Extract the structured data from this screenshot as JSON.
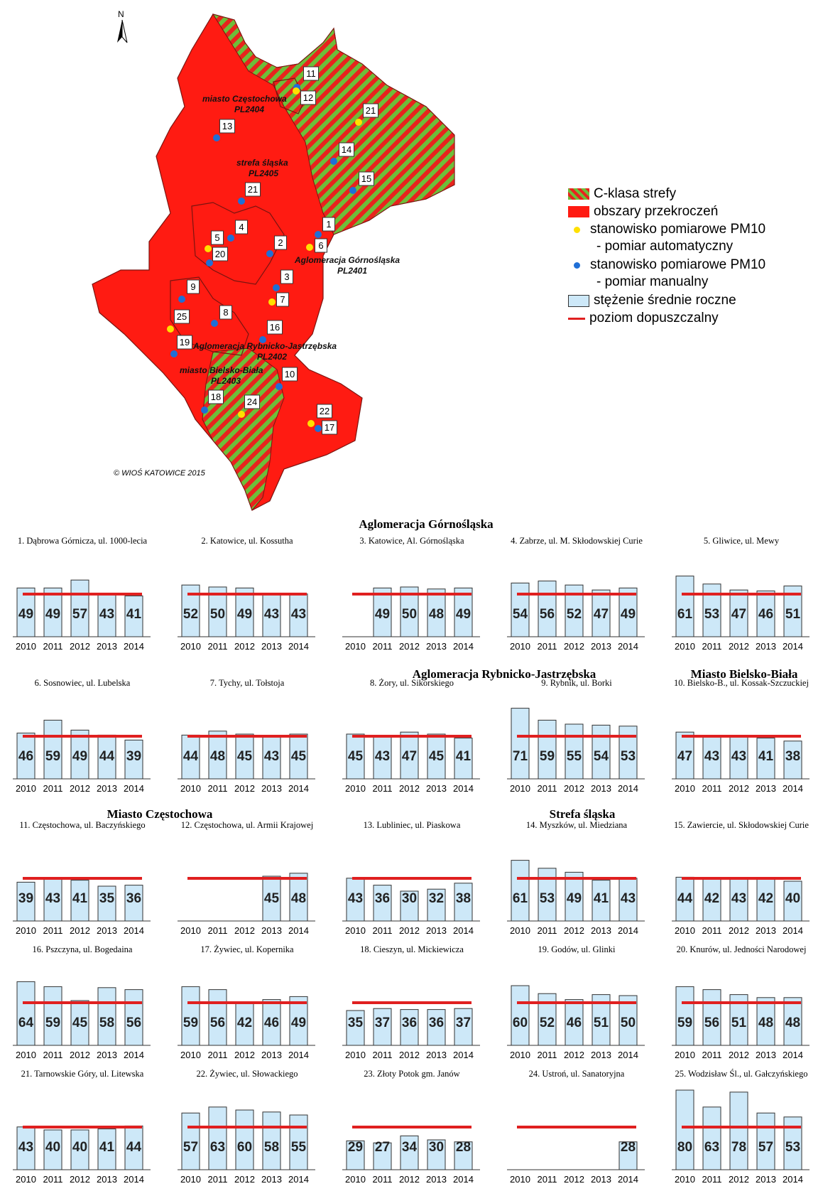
{
  "map": {
    "north_label": "N",
    "copyright": "© WIOŚ KATOWICE 2015",
    "zone_labels": [
      {
        "line1": "miasto Częstochowa",
        "line2": "PL2404"
      },
      {
        "line1": "strefa śląska",
        "line2": "PL2405"
      },
      {
        "line1": "Aglomeracja Górnośląska",
        "line2": "PL2401"
      },
      {
        "line1": "Aglomeracja Rybnicko-Jastrzębska",
        "line2": "PL2402"
      },
      {
        "line1": "miasto Bielsko-Biała",
        "line2": "PL2403"
      }
    ],
    "stations": [
      {
        "id": "1",
        "type": "manual"
      },
      {
        "id": "2",
        "type": "manual"
      },
      {
        "id": "3",
        "type": "manual"
      },
      {
        "id": "4",
        "type": "manual"
      },
      {
        "id": "5",
        "type": "automatic"
      },
      {
        "id": "6",
        "type": "automatic"
      },
      {
        "id": "7",
        "type": "automatic"
      },
      {
        "id": "8",
        "type": "manual"
      },
      {
        "id": "9",
        "type": "manual"
      },
      {
        "id": "10",
        "type": "manual"
      },
      {
        "id": "11",
        "type": "manual"
      },
      {
        "id": "12",
        "type": "automatic"
      },
      {
        "id": "13",
        "type": "manual"
      },
      {
        "id": "14",
        "type": "manual"
      },
      {
        "id": "15",
        "type": "manual"
      },
      {
        "id": "16",
        "type": "manual"
      },
      {
        "id": "17",
        "type": "manual"
      },
      {
        "id": "18",
        "type": "manual"
      },
      {
        "id": "19",
        "type": "manual"
      },
      {
        "id": "20",
        "type": "manual"
      },
      {
        "id": "21",
        "type": "automatic"
      },
      {
        "id": "21",
        "type": "manual"
      },
      {
        "id": "22",
        "type": "automatic"
      },
      {
        "id": "24",
        "type": "automatic"
      },
      {
        "id": "25",
        "type": "automatic"
      }
    ],
    "colors": {
      "red": "#ff1b12",
      "green": "#6dbe3a",
      "automatic": "#ffe000",
      "manual": "#1f6fd6"
    }
  },
  "legend": {
    "c_class": "C-klasa strefy",
    "exceedance": "obszary przekroczeń",
    "auto_line1": "stanowisko pomiarowe PM10",
    "auto_line2": "- pomiar automatyczny",
    "manual_line1": "stanowisko pomiarowe PM10",
    "manual_line2": "- pomiar manualny",
    "annual_mean": "stężenie średnie roczne",
    "limit": "poziom dopuszczalny"
  },
  "groups": {
    "gornoslaska": "Aglomeracja Górnośląska",
    "rybnicko": "Aglomeracja Rybnicko-Jastrzębska",
    "bielsko": "Miasto Bielsko-Biała",
    "czestochowa": "Miasto Częstochowa",
    "slaska": "Strefa śląska"
  },
  "chart_data": [
    {
      "type": "bar",
      "title": "1. Dąbrowa Górnicza, ul. 1000-lecia",
      "categories": [
        "2010",
        "2011",
        "2012",
        "2013",
        "2014"
      ],
      "values": [
        49,
        49,
        57,
        43,
        41
      ],
      "limit": 40
    },
    {
      "type": "bar",
      "title": "2. Katowice, ul. Kossutha",
      "categories": [
        "2010",
        "2011",
        "2012",
        "2013",
        "2014"
      ],
      "values": [
        52,
        50,
        49,
        43,
        43
      ],
      "limit": 40
    },
    {
      "type": "bar",
      "title": "3. Katowice, Al. Górnośląska",
      "categories": [
        "2010",
        "2011",
        "2012",
        "2013",
        "2014"
      ],
      "values": [
        null,
        49,
        50,
        48,
        49
      ],
      "limit": 40
    },
    {
      "type": "bar",
      "title": "4. Zabrze, ul. M. Skłodowskiej Curie",
      "categories": [
        "2010",
        "2011",
        "2012",
        "2013",
        "2014"
      ],
      "values": [
        54,
        56,
        52,
        47,
        49
      ],
      "limit": 40
    },
    {
      "type": "bar",
      "title": "5. Gliwice, ul. Mewy",
      "categories": [
        "2010",
        "2011",
        "2012",
        "2013",
        "2014"
      ],
      "values": [
        61,
        53,
        47,
        46,
        51
      ],
      "limit": 40
    },
    {
      "type": "bar",
      "title": "6. Sosnowiec, ul. Lubelska",
      "categories": [
        "2010",
        "2011",
        "2012",
        "2013",
        "2014"
      ],
      "values": [
        46,
        59,
        49,
        44,
        39
      ],
      "limit": 40
    },
    {
      "type": "bar",
      "title": "7. Tychy, ul. Tołstoja",
      "categories": [
        "2010",
        "2011",
        "2012",
        "2013",
        "2014"
      ],
      "values": [
        44,
        48,
        45,
        43,
        45
      ],
      "limit": 40
    },
    {
      "type": "bar",
      "title": "8. Żory, ul. Sikorskiego",
      "categories": [
        "2010",
        "2011",
        "2012",
        "2013",
        "2014"
      ],
      "values": [
        45,
        43,
        47,
        45,
        41
      ],
      "limit": 40
    },
    {
      "type": "bar",
      "title": "9. Rybnik, ul. Borki",
      "categories": [
        "2010",
        "2011",
        "2012",
        "2013",
        "2014"
      ],
      "values": [
        71,
        59,
        55,
        54,
        53
      ],
      "limit": 40
    },
    {
      "type": "bar",
      "title": "10. Bielsko-B., ul. Kossak-Szczuckiej",
      "categories": [
        "2010",
        "2011",
        "2012",
        "2013",
        "2014"
      ],
      "values": [
        47,
        43,
        43,
        41,
        38
      ],
      "limit": 40
    },
    {
      "type": "bar",
      "title": "11. Częstochowa, ul. Baczyńskiego",
      "categories": [
        "2010",
        "2011",
        "2012",
        "2013",
        "2014"
      ],
      "values": [
        39,
        43,
        41,
        35,
        36
      ],
      "limit": 40
    },
    {
      "type": "bar",
      "title": "12. Częstochowa, ul. Armii Krajowej",
      "categories": [
        "2010",
        "2011",
        "2012",
        "2013",
        "2014"
      ],
      "values": [
        null,
        null,
        null,
        45,
        48
      ],
      "limit": 40
    },
    {
      "type": "bar",
      "title": "13. Lubliniec, ul. Piaskowa",
      "categories": [
        "2010",
        "2011",
        "2012",
        "2013",
        "2014"
      ],
      "values": [
        43,
        36,
        30,
        32,
        38
      ],
      "limit": 40
    },
    {
      "type": "bar",
      "title": "14. Myszków, ul. Miedziana",
      "categories": [
        "2010",
        "2011",
        "2012",
        "2013",
        "2014"
      ],
      "values": [
        61,
        53,
        49,
        41,
        43
      ],
      "limit": 40
    },
    {
      "type": "bar",
      "title": "15. Zawiercie, ul. Skłodowskiej Curie",
      "categories": [
        "2010",
        "2011",
        "2012",
        "2013",
        "2014"
      ],
      "values": [
        44,
        42,
        43,
        42,
        40
      ],
      "limit": 40
    },
    {
      "type": "bar",
      "title": "16. Pszczyna, ul. Bogedaina",
      "categories": [
        "2010",
        "2011",
        "2012",
        "2013",
        "2014"
      ],
      "values": [
        64,
        59,
        45,
        58,
        56
      ],
      "limit": 40
    },
    {
      "type": "bar",
      "title": "17. Żywiec, ul. Kopernika",
      "categories": [
        "2010",
        "2011",
        "2012",
        "2013",
        "2014"
      ],
      "values": [
        59,
        56,
        42,
        46,
        49
      ],
      "limit": 40
    },
    {
      "type": "bar",
      "title": "18. Cieszyn, ul. Mickiewicza",
      "categories": [
        "2010",
        "2011",
        "2012",
        "2013",
        "2014"
      ],
      "values": [
        35,
        37,
        36,
        36,
        37
      ],
      "limit": 40
    },
    {
      "type": "bar",
      "title": "19. Godów, ul. Glinki",
      "categories": [
        "2010",
        "2011",
        "2012",
        "2013",
        "2014"
      ],
      "values": [
        60,
        52,
        46,
        51,
        50
      ],
      "limit": 40
    },
    {
      "type": "bar",
      "title": "20. Knurów, ul. Jedności Narodowej",
      "categories": [
        "2010",
        "2011",
        "2012",
        "2013",
        "2014"
      ],
      "values": [
        59,
        56,
        51,
        48,
        48
      ],
      "limit": 40
    },
    {
      "type": "bar",
      "title": "21. Tarnowskie Góry, ul. Litewska",
      "categories": [
        "2010",
        "2011",
        "2012",
        "2013",
        "2014"
      ],
      "values": [
        43,
        40,
        40,
        41,
        44
      ],
      "limit": 40
    },
    {
      "type": "bar",
      "title": "22. Żywiec, ul. Słowackiego",
      "categories": [
        "2010",
        "2011",
        "2012",
        "2013",
        "2014"
      ],
      "values": [
        57,
        63,
        60,
        58,
        55
      ],
      "limit": 40
    },
    {
      "type": "bar",
      "title": "23. Złoty Potok gm. Janów",
      "categories": [
        "2010",
        "2011",
        "2012",
        "2013",
        "2014"
      ],
      "values": [
        29,
        27,
        34,
        30,
        28
      ],
      "limit": 40
    },
    {
      "type": "bar",
      "title": "24. Ustroń, ul. Sanatoryjna",
      "categories": [
        "2010",
        "2011",
        "2012",
        "2013",
        "2014"
      ],
      "values": [
        null,
        null,
        null,
        null,
        28
      ],
      "limit": 40
    },
    {
      "type": "bar",
      "title": "25. Wodzisław Śl., ul. Gałczyńskiego",
      "categories": [
        "2010",
        "2011",
        "2012",
        "2013",
        "2014"
      ],
      "values": [
        80,
        63,
        78,
        57,
        53
      ],
      "limit": 40
    }
  ]
}
